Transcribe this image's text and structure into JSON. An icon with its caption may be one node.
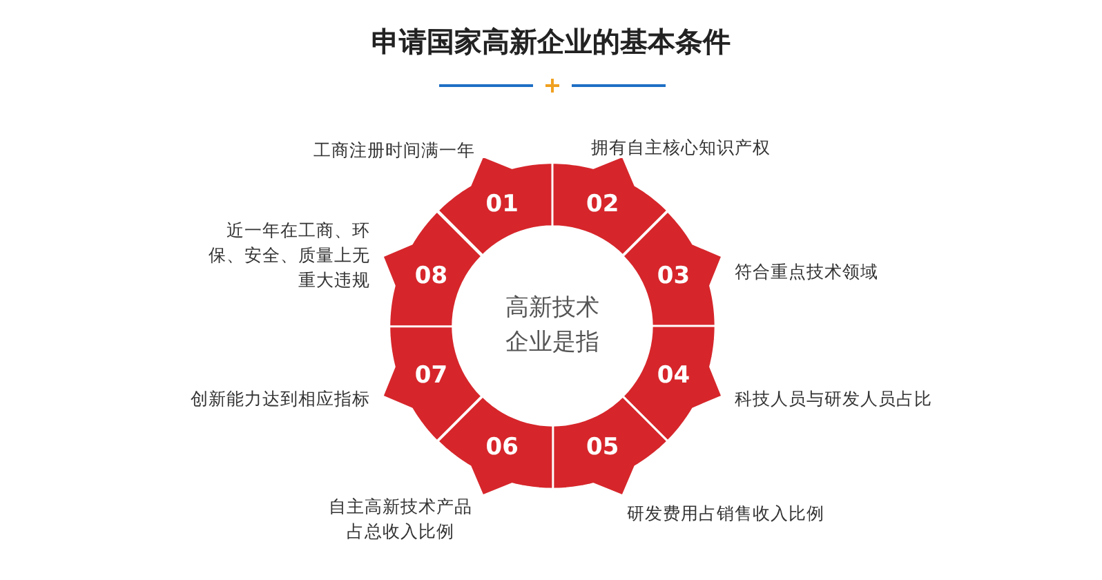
{
  "diagram": {
    "title": "申请国家高新企业的基本条件",
    "nodes": [
      {
        "text": [
          "高新技术企业是指"
        ]
      },
      {
        "text": [
          "01"
        ],
        "beside": [
          "工商注册时间满一年"
        ]
      },
      {
        "text": [
          "02"
        ],
        "beside": [
          "拥有自主核心知识产权"
        ]
      },
      {
        "text": [
          "03"
        ],
        "beside": [
          "符合重点技术领域"
        ]
      },
      {
        "text": [
          "04"
        ],
        "beside": [
          "科技人员与研发人员占比"
        ]
      },
      {
        "text": [
          "05"
        ],
        "beside": [
          "研发费用占销售收入比例"
        ]
      },
      {
        "text": [
          "06"
        ],
        "beside": [
          "自主高新技术产品占总收入比例"
        ]
      },
      {
        "text": [
          "07"
        ],
        "beside": [
          "创新能力达到相应指标"
        ]
      },
      {
        "text": [
          "08"
        ],
        "beside": [
          "近一年在工商、环保、安全、质量上无重大违规"
        ]
      }
    ],
    "edges": []
  }
}
